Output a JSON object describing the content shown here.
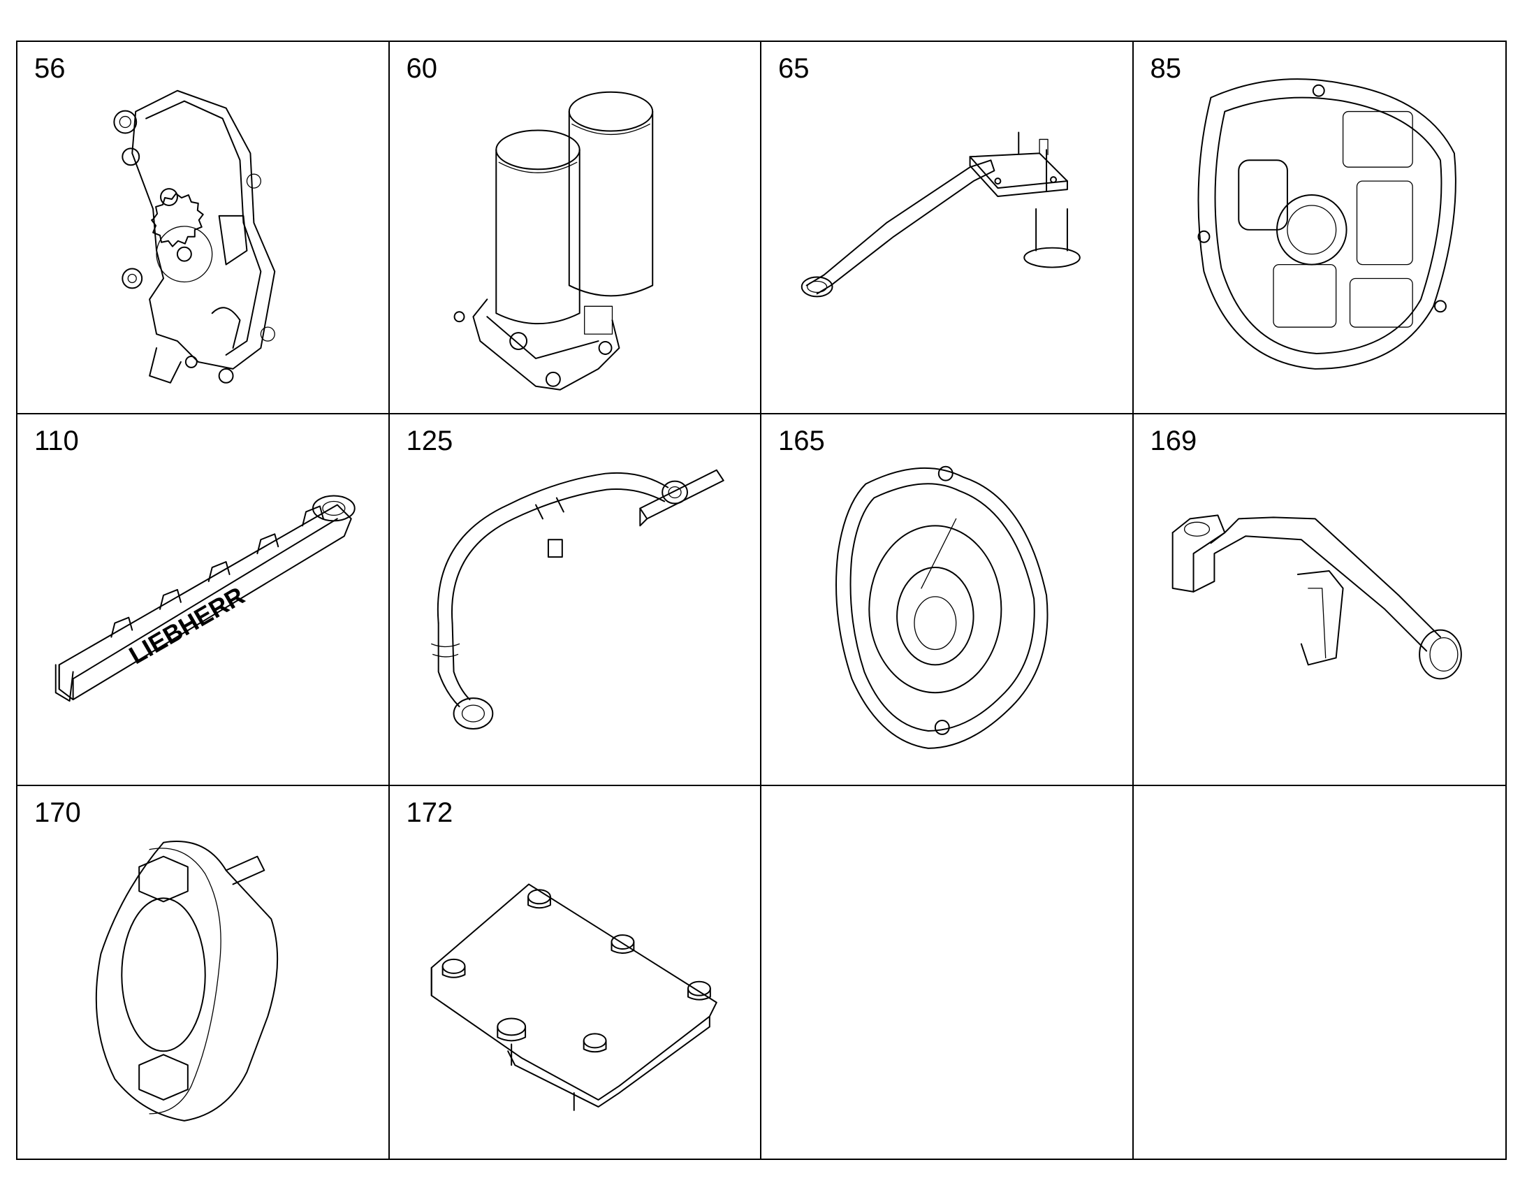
{
  "parts": [
    {
      "number": "56",
      "icon": "oil-pump-drawing"
    },
    {
      "number": "60",
      "icon": "double-filter-drawing"
    },
    {
      "number": "65",
      "icon": "suction-pipe-drawing"
    },
    {
      "number": "85",
      "icon": "cover-plate-drawing"
    },
    {
      "number": "110",
      "icon": "manifold-drawing"
    },
    {
      "number": "125",
      "icon": "bent-pipe-drawing"
    },
    {
      "number": "165",
      "icon": "housing-cover-drawing"
    },
    {
      "number": "169",
      "icon": "elbow-pipe-drawing"
    },
    {
      "number": "170",
      "icon": "flange-drawing"
    },
    {
      "number": "172",
      "icon": "bolted-plate-drawing"
    },
    {
      "number": "",
      "icon": ""
    },
    {
      "number": "",
      "icon": ""
    }
  ],
  "logo_text": "LIEBHERR"
}
